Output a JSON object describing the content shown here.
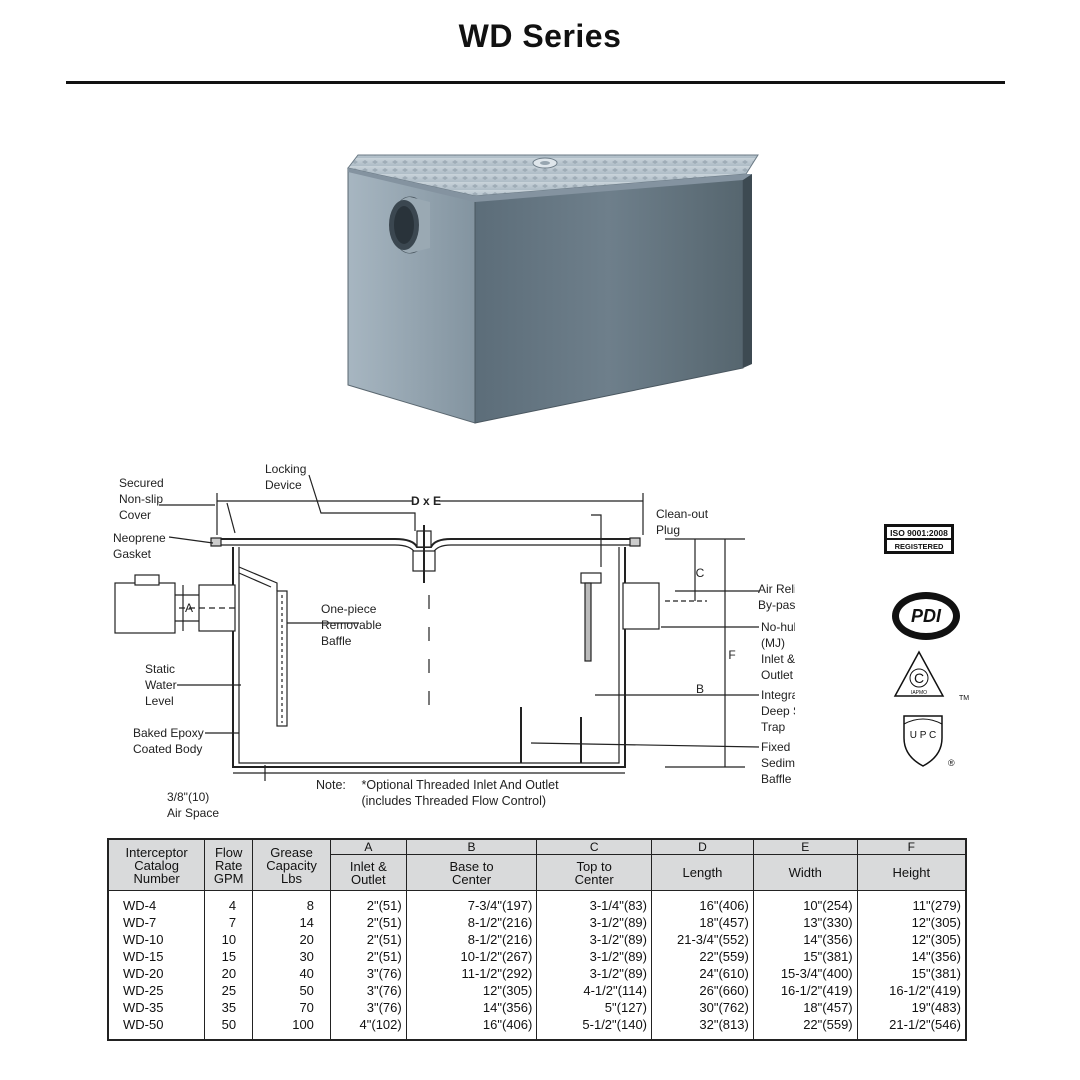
{
  "page": {
    "title": "WD Series"
  },
  "diagram": {
    "dimension_label": "D x E",
    "callouts": {
      "secured": [
        "Secured",
        "Non-slip",
        "Cover"
      ],
      "locking": [
        "Locking",
        "Device"
      ],
      "neoprene": [
        "Neoprene",
        "Gasket"
      ],
      "cleanout": [
        "Clean-out",
        "Plug"
      ],
      "baffle": [
        "One-piece",
        "Removable",
        "Baffle"
      ],
      "static": [
        "Static",
        "Water",
        "Level"
      ],
      "epoxy": [
        "Baked Epoxy",
        "Coated Body"
      ],
      "airspace": [
        "3/8\"(10)",
        "Air Space"
      ],
      "airrelief": [
        "Air Relief",
        "By-pass"
      ],
      "nohub": [
        "No-hub",
        "(MJ)",
        "Inlet &",
        "Outlet (*)"
      ],
      "trap": [
        "Integral",
        "Deep Seal",
        "Trap"
      ],
      "sediment": [
        "Fixed",
        "Sediment",
        "Baffle"
      ]
    },
    "dim_letters": {
      "a": "A",
      "b": "B",
      "c": "C",
      "f": "F"
    },
    "note_label": "Note:",
    "note_lines": [
      "*Optional Threaded Inlet And Outlet",
      "(includes Threaded Flow Control)"
    ]
  },
  "certifications": {
    "iso_line1": "ISO 9001:2008",
    "iso_line2": "REGISTERED",
    "pdi_text": "PDI",
    "c_mark": "C",
    "iapmo_text": "IAPMO",
    "tm_text": "TM",
    "upc_text": "U P C",
    "registered_mark": "®"
  },
  "table": {
    "letters": [
      "A",
      "B",
      "C",
      "D",
      "E",
      "F"
    ],
    "headers": {
      "catalog": [
        "Interceptor",
        "Catalog",
        "Number"
      ],
      "flow": [
        "Flow",
        "Rate",
        "GPM"
      ],
      "grease": [
        "Grease",
        "Capacity",
        "Lbs"
      ],
      "a": [
        "Inlet &",
        "Outlet"
      ],
      "b": [
        "Base to",
        "Center"
      ],
      "c": [
        "Top to",
        "Center"
      ],
      "d": [
        "Length"
      ],
      "e": [
        "Width"
      ],
      "f": [
        "Height"
      ]
    },
    "rows": [
      [
        "WD-4",
        "4",
        "8",
        "2\"(51)",
        "7-3/4\"(197)",
        "3-1/4\"(83)",
        "16\"(406)",
        "10\"(254)",
        "11\"(279)"
      ],
      [
        "WD-7",
        "7",
        "14",
        "2\"(51)",
        "8-1/2\"(216)",
        "3-1/2\"(89)",
        "18\"(457)",
        "13\"(330)",
        "12\"(305)"
      ],
      [
        "WD-10",
        "10",
        "20",
        "2\"(51)",
        "8-1/2\"(216)",
        "3-1/2\"(89)",
        "21-3/4\"(552)",
        "14\"(356)",
        "12\"(305)"
      ],
      [
        "WD-15",
        "15",
        "30",
        "2\"(51)",
        "10-1/2\"(267)",
        "3-1/2\"(89)",
        "22\"(559)",
        "15\"(381)",
        "14\"(356)"
      ],
      [
        "WD-20",
        "20",
        "40",
        "3\"(76)",
        "11-1/2\"(292)",
        "3-1/2\"(89)",
        "24\"(610)",
        "15-3/4\"(400)",
        "15\"(381)"
      ],
      [
        "WD-25",
        "25",
        "50",
        "3\"(76)",
        "12\"(305)",
        "4-1/2\"(114)",
        "26\"(660)",
        "16-1/2\"(419)",
        "16-1/2\"(419)"
      ],
      [
        "WD-35",
        "35",
        "70",
        "3\"(76)",
        "14\"(356)",
        "5\"(127)",
        "30\"(762)",
        "18\"(457)",
        "19\"(483)"
      ],
      [
        "WD-50",
        "50",
        "100",
        "4\"(102)",
        "16\"(406)",
        "5-1/2\"(140)",
        "32\"(813)",
        "22\"(559)",
        "21-1/2\"(546)"
      ]
    ]
  }
}
